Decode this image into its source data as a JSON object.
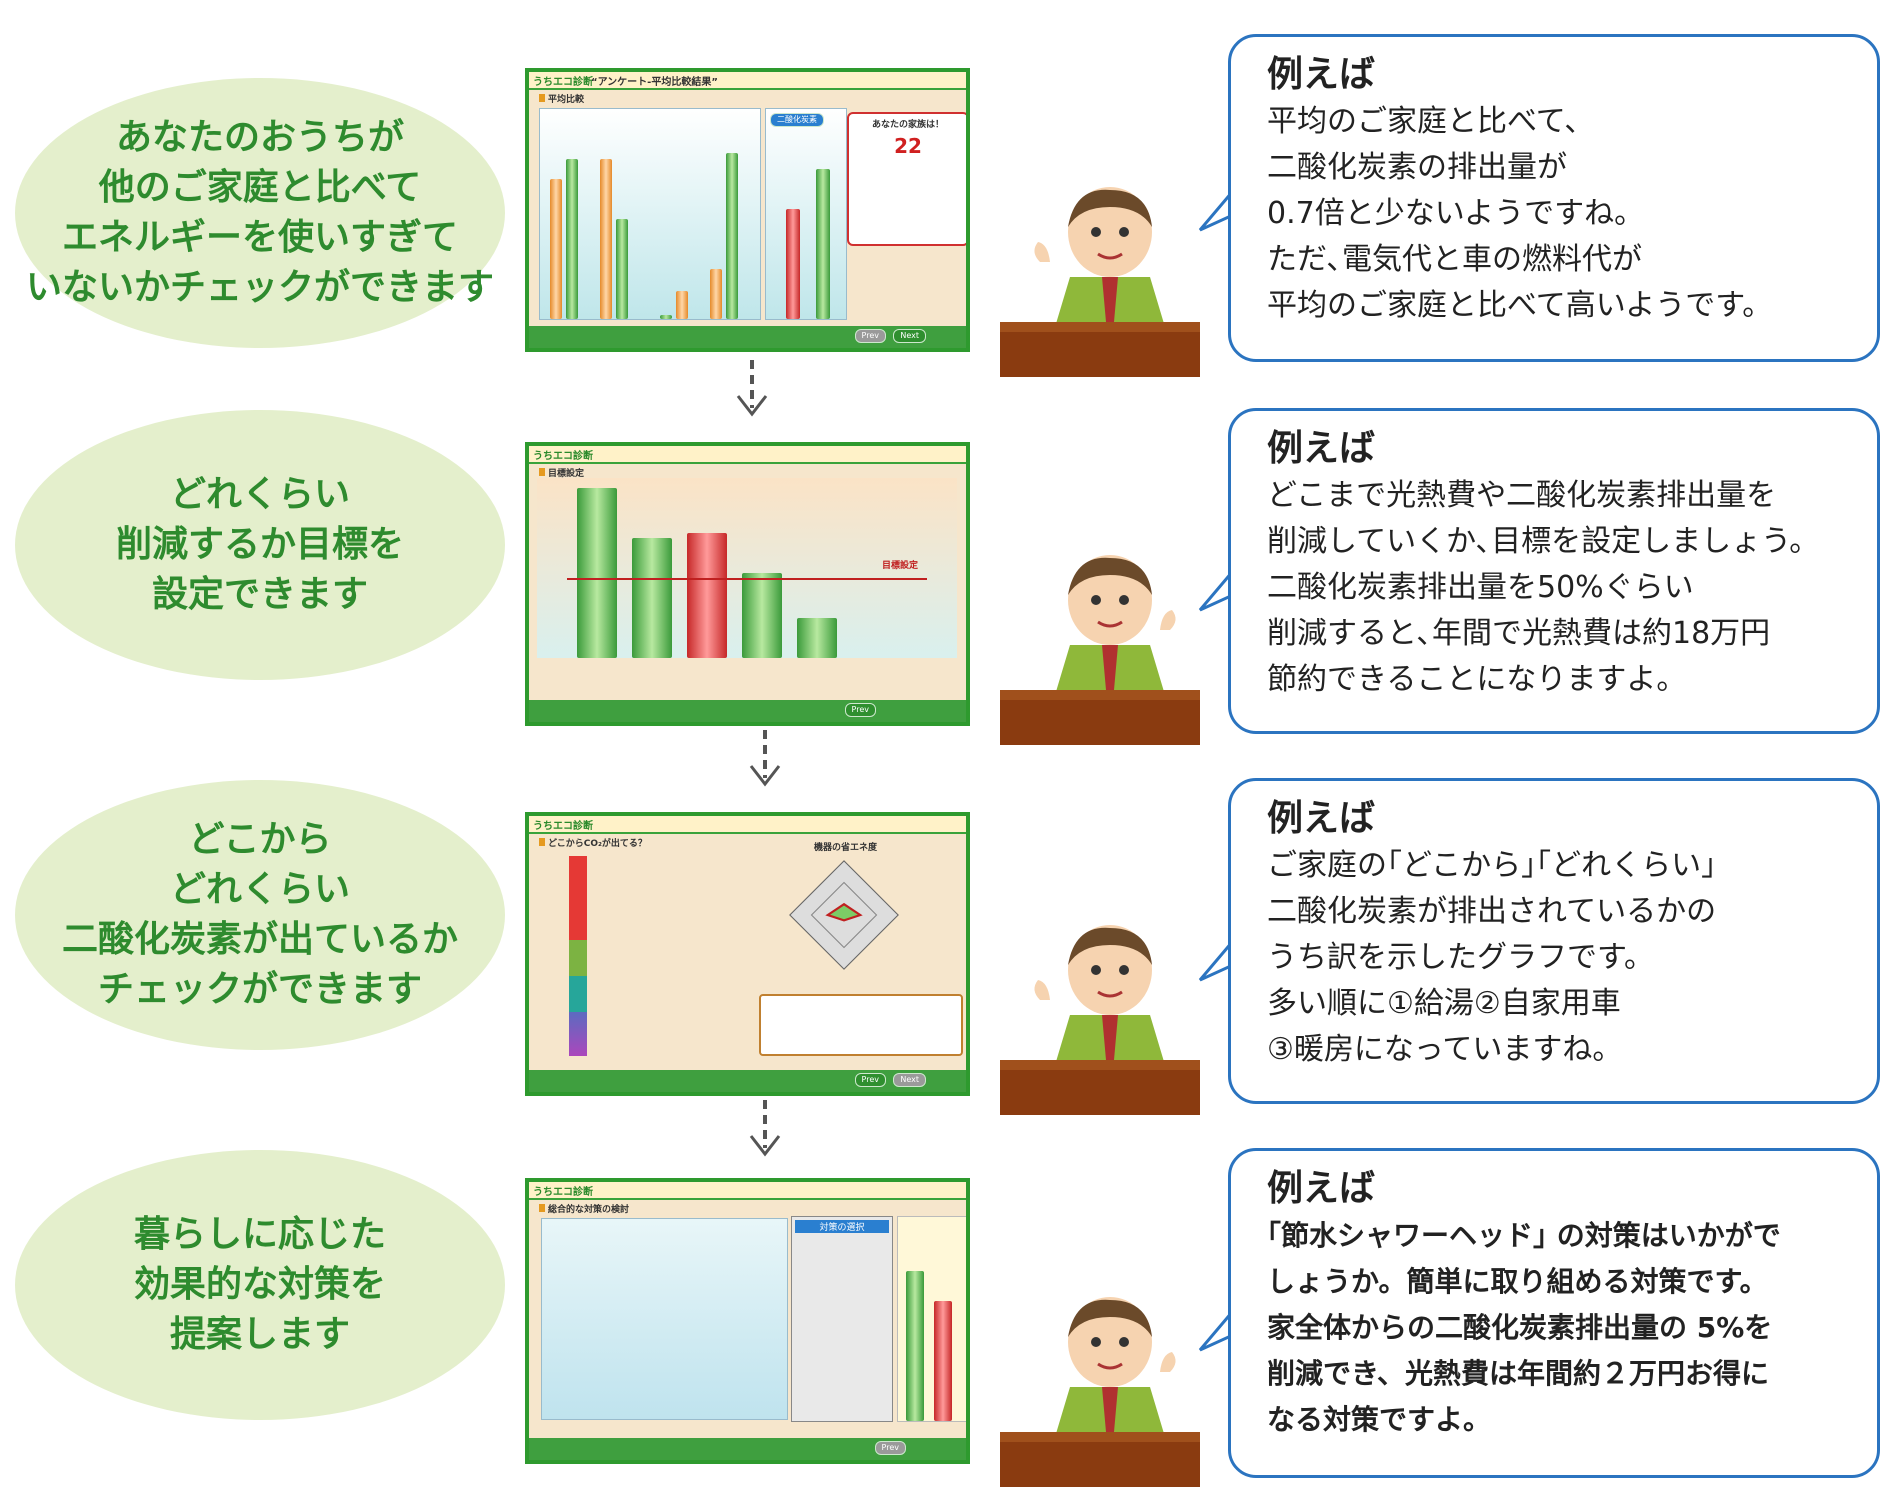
{
  "steps": [
    {
      "oval_text": "あなたのおうちが\n他のご家庭と比べて\nエネルギーを使いすぎて\nいないかチェックができます",
      "screen": {
        "app_title": "うちエコ診断",
        "section": "平均比較",
        "heading": "“アンケート-平均比較結果”",
        "panel_label": "二酸化炭素",
        "rank_title": "あなたの家族は！",
        "rank_value": "22",
        "next_label": "Next",
        "prev_label": "Prev"
      },
      "bubble_head": "例えば",
      "bubble_body": "平均のご家庭と比べて、\n二酸化炭素の排出量が\n0.7倍と少ないようですね。\nただ､電気代と車の燃料代が\n平均のご家庭と比べて高いようです。"
    },
    {
      "oval_text": "どれくらい\n削減するか目標を\n設定できます",
      "screen": {
        "app_title": "うちエコ診断",
        "section": "目標設定",
        "heading": "",
        "panel_label": "目標設定",
        "rank_title": "",
        "rank_value": "",
        "next_label": "",
        "prev_label": "Prev"
      },
      "bubble_head": "例えば",
      "bubble_body": "どこまで光熱費や二酸化炭素排出量を\n削減していくか､目標を設定しましょう。\n二酸化炭素排出量を50%ぐらい\n削減すると､年間で光熱費は約18万円\n節約できることになりますよ。"
    },
    {
      "oval_text": "どこから\nどれくらい\n二酸化炭素が出ているか\nチェックができます",
      "screen": {
        "app_title": "うちエコ診断",
        "section": "どこからCO₂が出てる？",
        "heading": "",
        "panel_label": "機器の省エネ度",
        "rank_title": "",
        "rank_value": "",
        "next_label": "Next",
        "prev_label": "Prev"
      },
      "bubble_head": "例えば",
      "bubble_body": "ご家庭の｢どこから｣｢どれくらい｣\n二酸化炭素が排出されているかの\nうち訳を示したグラフです。\n多い順に①給湯②自家用車\n③暖房になっていますね。"
    },
    {
      "oval_text": "暮らしに応じた\n効果的な対策を\n提案します",
      "screen": {
        "app_title": "うちエコ診断",
        "section": "総合的な対策の検討",
        "heading": "",
        "panel_label": "対策の選択",
        "rank_title": "",
        "rank_value": "",
        "next_label": "",
        "prev_label": "Prev"
      },
      "bubble_head": "例えば",
      "bubble_body": "｢節水シャワーヘッド｣ の対策はいかがで\nしょうか。簡単に取り組める対策です。\n家全体からの二酸化炭素排出量の 5%を\n削減でき、光熱費は年間約２万円お得に\nなる対策ですよ。"
    }
  ],
  "colors": {
    "oval": "#e4efcc",
    "oval_text": "#2e8b2e",
    "bubble_border": "#2b74c0",
    "screen_frame": "#2e9a2e"
  }
}
